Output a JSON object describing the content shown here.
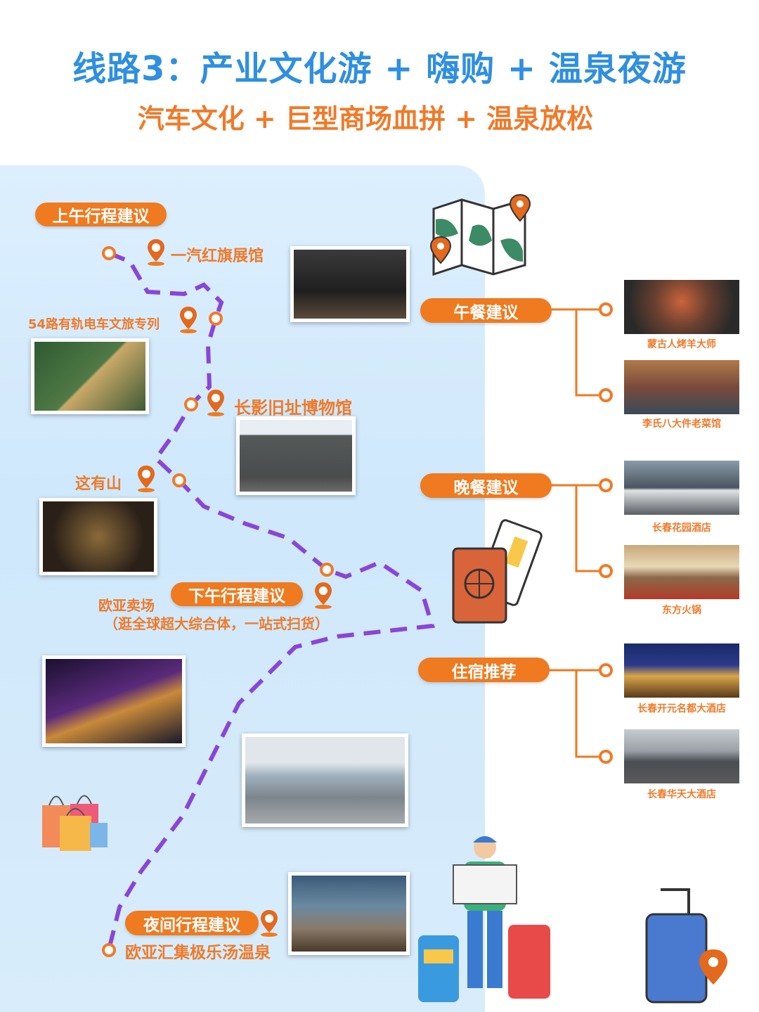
{
  "header": {
    "title": "线路3：产业文化游 + 嗨购 + 温泉夜游",
    "subtitle": "汽车文化 + 巨型商场血拼 + 温泉放松"
  },
  "route": {
    "morning_label": "上午行程建议",
    "afternoon_label": "下午行程建议",
    "night_label": "夜间行程建议",
    "stops": [
      {
        "name": "一汽红旗展馆"
      },
      {
        "name": "54路有轨电车文旅专列"
      },
      {
        "name": "长影旧址博物馆"
      },
      {
        "name": "这有山"
      },
      {
        "name": "欧亚卖场",
        "note": "（逛全球超大综合体，一站式扫货）"
      },
      {
        "name": "欧亚汇集极乐汤温泉"
      }
    ]
  },
  "recommendations": {
    "lunch": {
      "label": "午餐建议",
      "items": [
        "蒙古人烤羊大师",
        "李氏八大件老菜馆"
      ]
    },
    "dinner": {
      "label": "晚餐建议",
      "items": [
        "长春花园酒店",
        "东方火锅"
      ]
    },
    "hotel": {
      "label": "住宿推荐",
      "items": [
        "长春开元名都大酒店",
        "长春华天大酒店"
      ]
    }
  },
  "colors": {
    "title": "#2f8fe0",
    "accent": "#ef7a1f",
    "route": "#8a45d6",
    "panel": "#d6ecfb"
  }
}
